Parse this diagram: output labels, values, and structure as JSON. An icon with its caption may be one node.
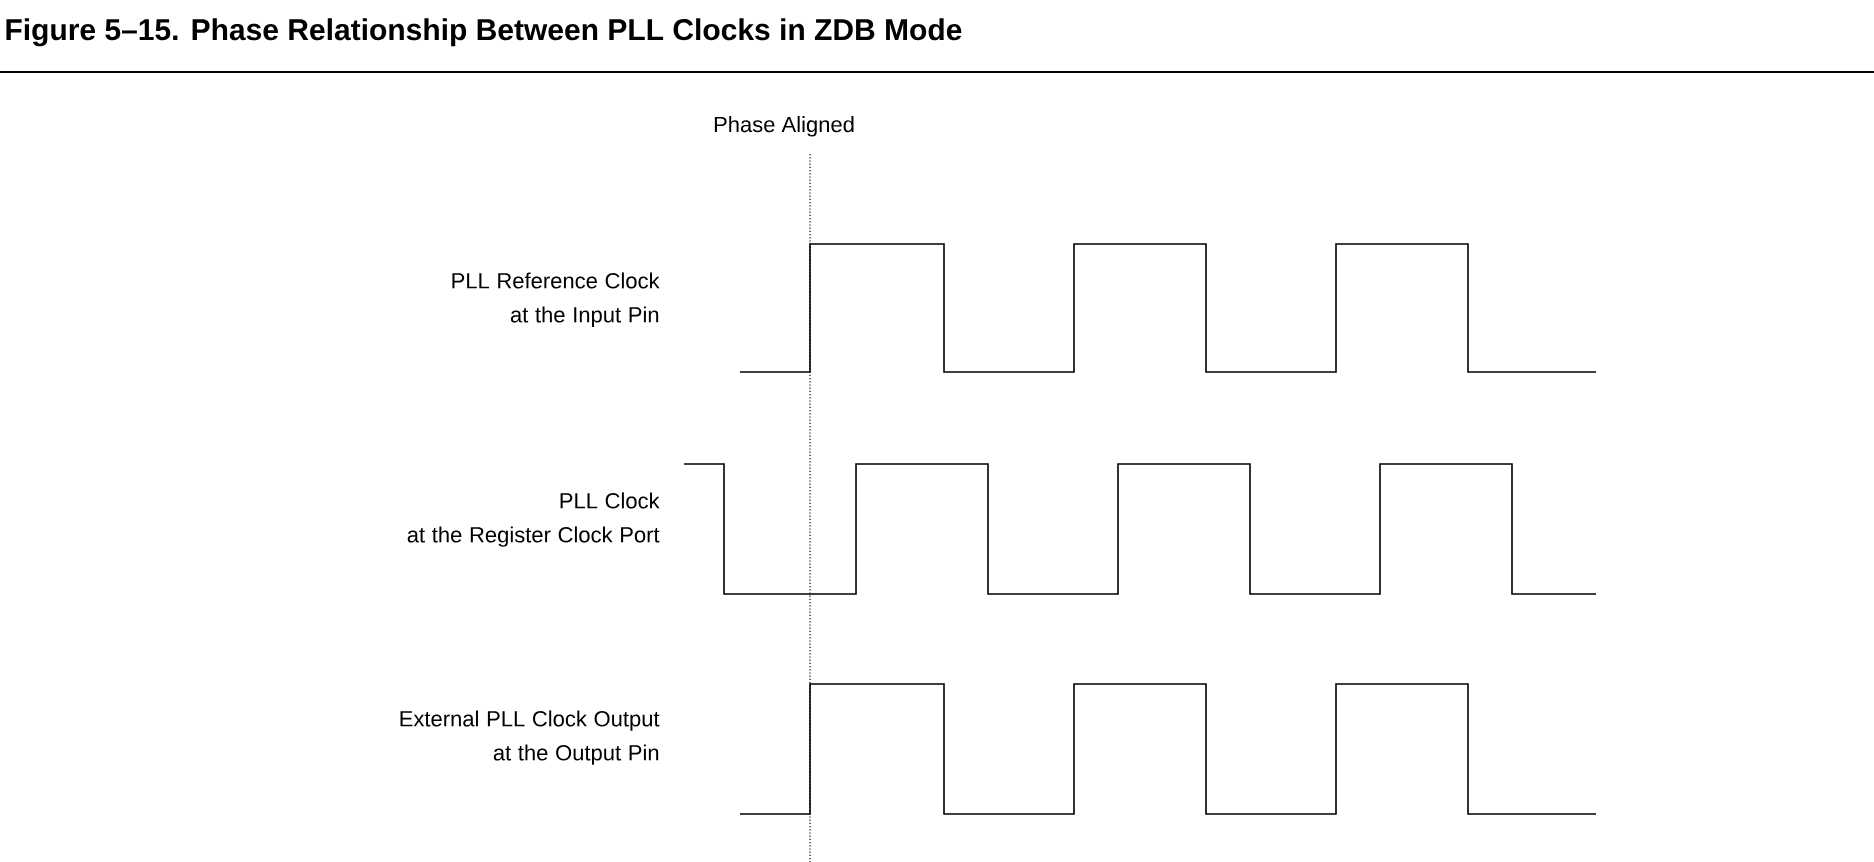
{
  "diagram": {
    "title": "Figure 5–15. Phase Relationship Between PLL Clocks in ZDB Mode",
    "labels": [
      "Phase Aligned",
      "PLL Reference Clock at the Input Pin",
      "PLL Clock at the Register Clock Port",
      "External PLL Clock Output at the Output Pin"
    ]
  }
}
